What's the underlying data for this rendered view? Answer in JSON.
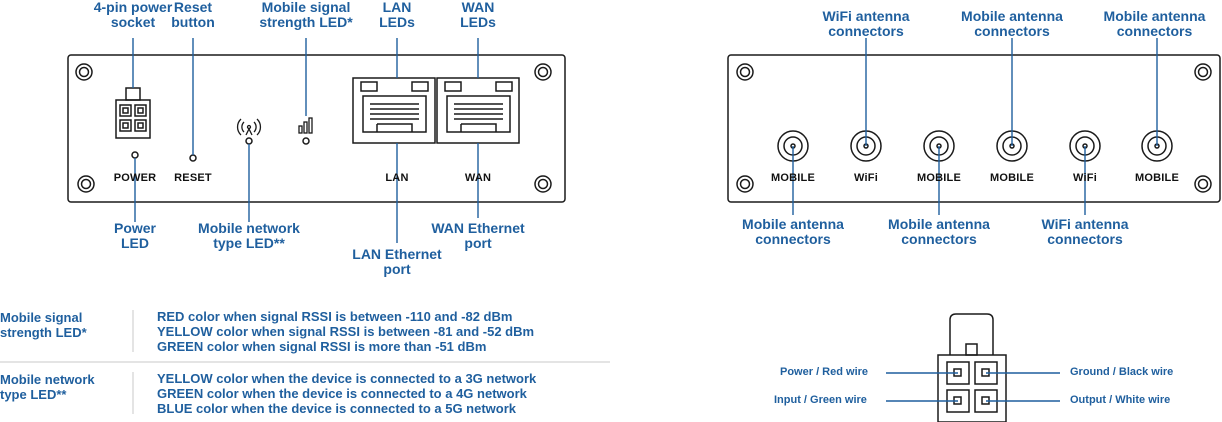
{
  "front": {
    "callouts_top": {
      "power_socket": "4-pin power\nsocket",
      "reset_button": "Reset\nbutton",
      "signal_led": "Mobile signal\nstrength LED*",
      "lan_leds": "LAN\nLEDs",
      "wan_leds": "WAN\nLEDs"
    },
    "callouts_bottom": {
      "power_led": "Power\nLED",
      "network_type_led": "Mobile network\ntype LED**",
      "lan_port": "LAN Ethernet\nport",
      "wan_port": "WAN Ethernet\nport"
    },
    "labels": {
      "power": "POWER",
      "reset": "RESET",
      "lan": "LAN",
      "wan": "WAN"
    }
  },
  "back": {
    "callouts_top": {
      "wifi_connectors": "WiFi antenna\nconnectors",
      "mobile_connectors_mid": "Mobile antenna\nconnectors",
      "mobile_connectors_right": "Mobile antenna\nconnectors"
    },
    "callouts_bottom": {
      "mobile_connectors_left": "Mobile antenna\nconnectors",
      "mobile_connectors_center": "Mobile antenna\nconnectors",
      "wifi_connectors": "WiFi antenna\nconnectors"
    },
    "connector_labels": [
      "MOBILE",
      "WiFi",
      "MOBILE",
      "MOBILE",
      "WiFi",
      "MOBILE"
    ]
  },
  "legend": [
    {
      "title": "Mobile signal\nstrength LED*",
      "lines": [
        "RED color when signal RSSI is between -110 and -82 dBm",
        "YELLOW color when signal RSSI is between -81 and -52 dBm",
        "GREEN color when signal RSSI is more than -51 dBm"
      ]
    },
    {
      "title": "Mobile network\ntype LED**",
      "lines": [
        "YELLOW color when the device is connected to a 3G network",
        "GREEN color when the device is connected to a 4G network",
        "BLUE color when the device is connected to a 5G network"
      ]
    }
  ],
  "wiring": {
    "power": "Power / Red wire",
    "input": "Input / Green wire",
    "ground": "Ground / Black wire",
    "output": "Output / White wire"
  },
  "colors": {
    "accent": "#1f5f9e",
    "line": "#1a1a1a"
  }
}
